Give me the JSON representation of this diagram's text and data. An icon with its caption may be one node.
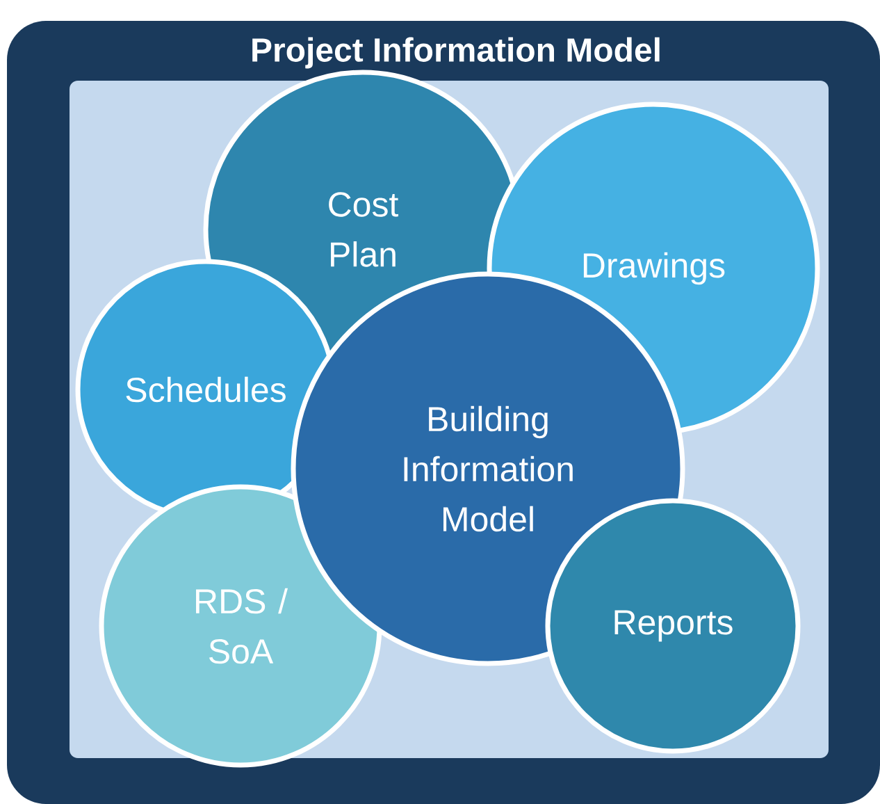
{
  "diagram": {
    "nodes": [
      {
        "text": [
          "Project Information Model"
        ]
      },
      {
        "text": [
          "Cost Plan"
        ],
        "in": 0
      },
      {
        "text": [
          "Drawings"
        ],
        "in": 0
      },
      {
        "text": [
          "Schedules"
        ],
        "in": 0
      },
      {
        "text": [
          "Building Information Model"
        ],
        "in": 0
      },
      {
        "text": [
          "RDS / SoA"
        ],
        "in": 0
      },
      {
        "text": [
          "Reports"
        ],
        "in": 0
      }
    ]
  }
}
